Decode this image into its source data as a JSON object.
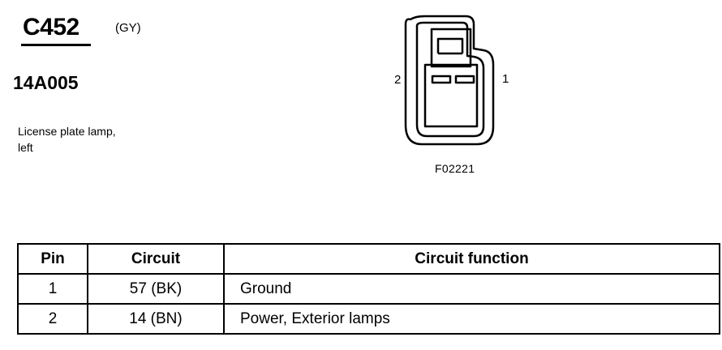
{
  "connector": {
    "id": "C452",
    "color": "(GY)",
    "part_number": "14A005",
    "description_line1": "License plate lamp,",
    "description_line2": "left"
  },
  "figure": {
    "label": "F02221",
    "pin_left": "2",
    "pin_right": "1"
  },
  "table": {
    "headers": [
      "Pin",
      "Circuit",
      "Circuit function"
    ],
    "rows": [
      {
        "pin": "1",
        "circuit": "57 (BK)",
        "function": "Ground"
      },
      {
        "pin": "2",
        "circuit": "14 (BN)",
        "function": "Power, Exterior lamps"
      }
    ]
  }
}
